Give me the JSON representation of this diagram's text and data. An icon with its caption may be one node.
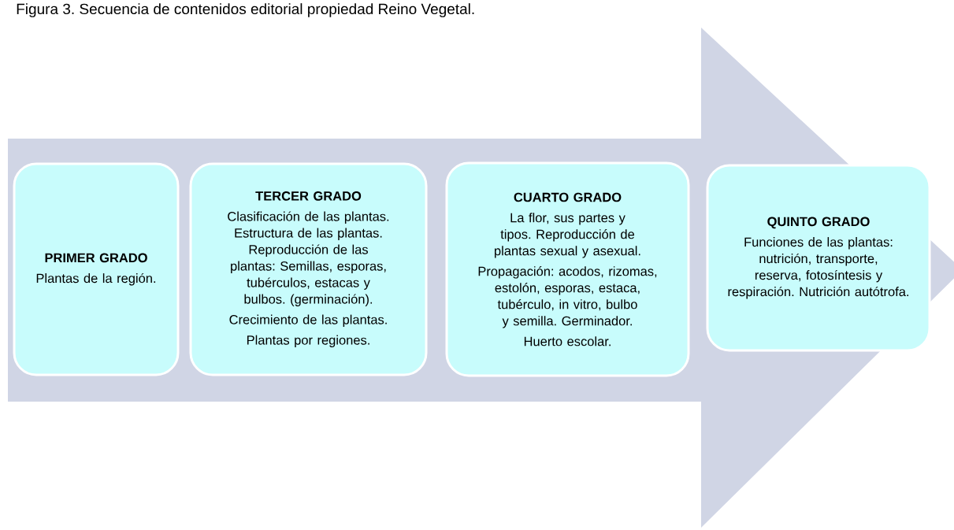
{
  "diagram": {
    "title": "Figura 3. Secuencia de contenidos editorial propiedad Reino Vegetal.",
    "nodes": [
      {
        "text": [],
        "shape": "arrow"
      },
      {
        "text": [
          "PRIMER GRADO",
          "Plantas de la región."
        ],
        "in": 0
      },
      {
        "text": [
          "TERCER GRADO",
          "Clasificación de las plantas. Estructura de las plantas. Reproducción de las plantas: Semillas, esporas, tubérculos, estacas y bulbos. (germinación).",
          "Crecimiento de las plantas.",
          "Plantas por regiones."
        ],
        "in": 0
      },
      {
        "text": [
          "CUARTO GRADO",
          "La flor, sus partes y tipos. Reproducción de plantas sexual y asexual.",
          "Propagación: acodos, rizomas, estolón, esporas, estaca, tubérculo, in vitro, bulbo y semilla. Germinador.",
          "Huerto escolar."
        ],
        "in": 0
      },
      {
        "text": [
          "QUINTO GRADO",
          "Funciones de las plantas: nutrición, transporte, reserva, fotosíntesis y respiración. Nutrición autótrofa."
        ],
        "in": 0
      }
    ]
  }
}
